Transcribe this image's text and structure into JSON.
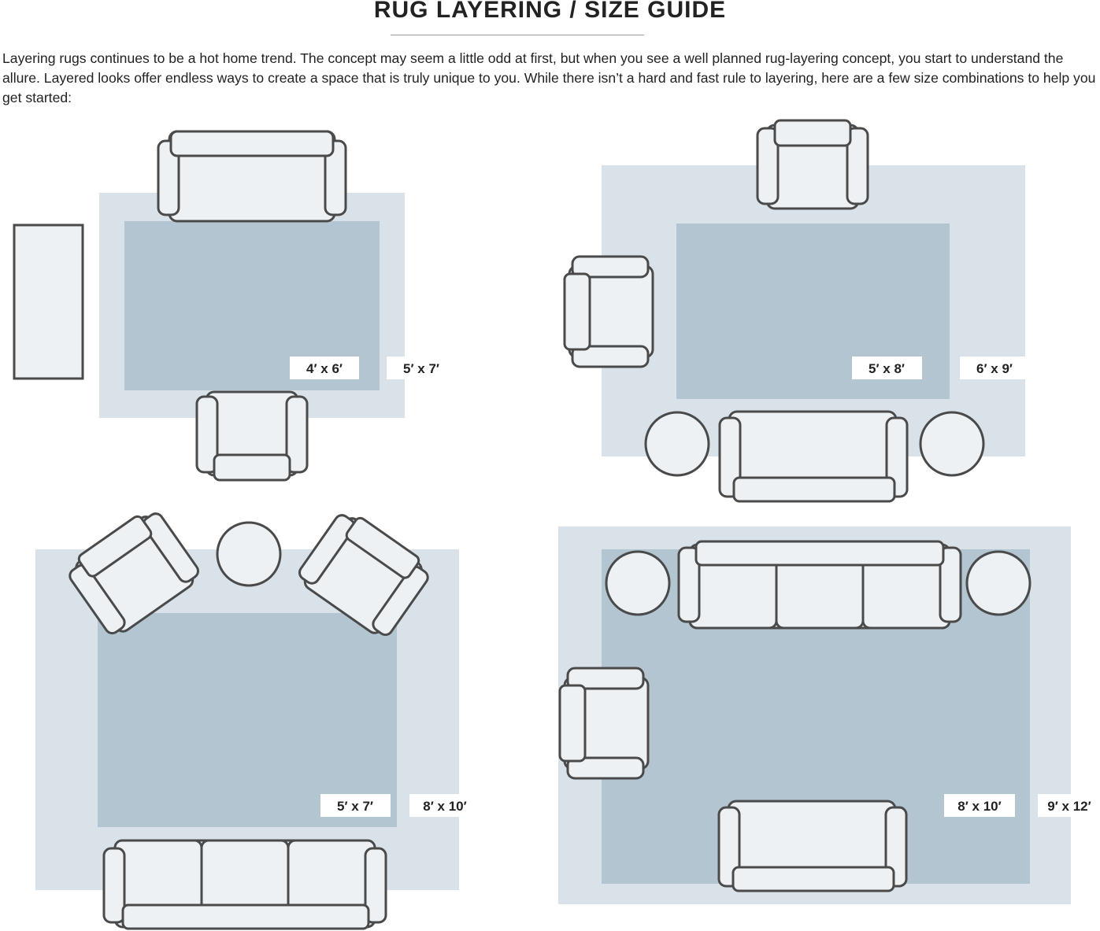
{
  "page": {
    "title": "RUG LAYERING / SIZE GUIDE",
    "intro": "Layering rugs continues to be a hot home trend. The concept may seem a little odd at first, but when you see a well planned rug-layering concept, you start to understand the allure. Layered looks offer endless ways to create a space that is truly unique to you. While there isn’t a hard and fast rule to layering, here are a few size combinations to help you get started:"
  },
  "colors": {
    "outer_rug": "#dae2e9",
    "inner_rug": "#b2c5d1",
    "furniture_fill": "#edf1f4",
    "furniture_stroke": "#4a4a4a",
    "text": "#222222"
  },
  "layouts": [
    {
      "inner_size": "4′ x 6′",
      "outer_size": "5′ x 7′"
    },
    {
      "inner_size": "5′ x 8′",
      "outer_size": "6′ x 9′"
    },
    {
      "inner_size": "5′ x 7′",
      "outer_size": "8′ x 10′"
    },
    {
      "inner_size": "8′ x 10′",
      "outer_size": "9′ x 12′"
    }
  ]
}
